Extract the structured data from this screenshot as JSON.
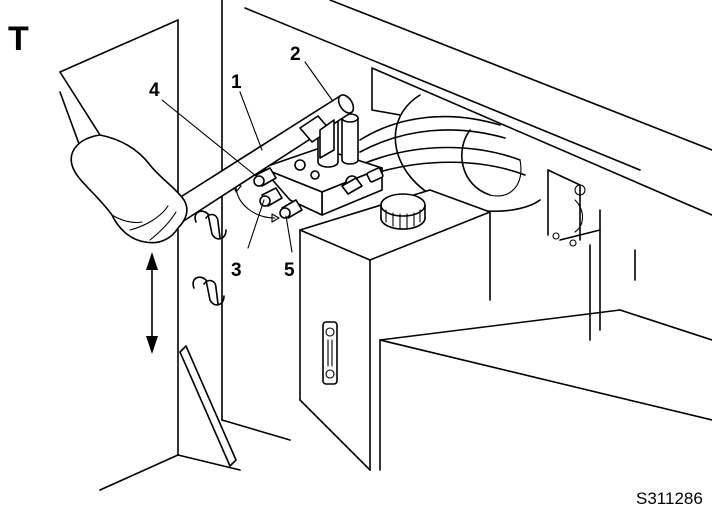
{
  "panel_letter": "T",
  "figure_id": "S311286",
  "callouts": {
    "c1": "1",
    "c2": "2",
    "c3": "3",
    "c4": "4",
    "c5": "5"
  },
  "icons": {
    "hand": "gloved-hand-icon",
    "arrow": "double-arrow-up-down-icon",
    "cap": "reservoir-cap-icon"
  }
}
